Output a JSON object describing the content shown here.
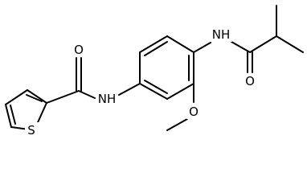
{
  "atoms": {
    "thiophene_S": "S",
    "amide1_O": "O",
    "amide1_N": "NH",
    "amide2_N": "NH",
    "amide2_O": "O",
    "methoxy_O": "O"
  },
  "colors": {
    "bond": "#000000",
    "label": "#000000",
    "background": "#ffffff"
  }
}
